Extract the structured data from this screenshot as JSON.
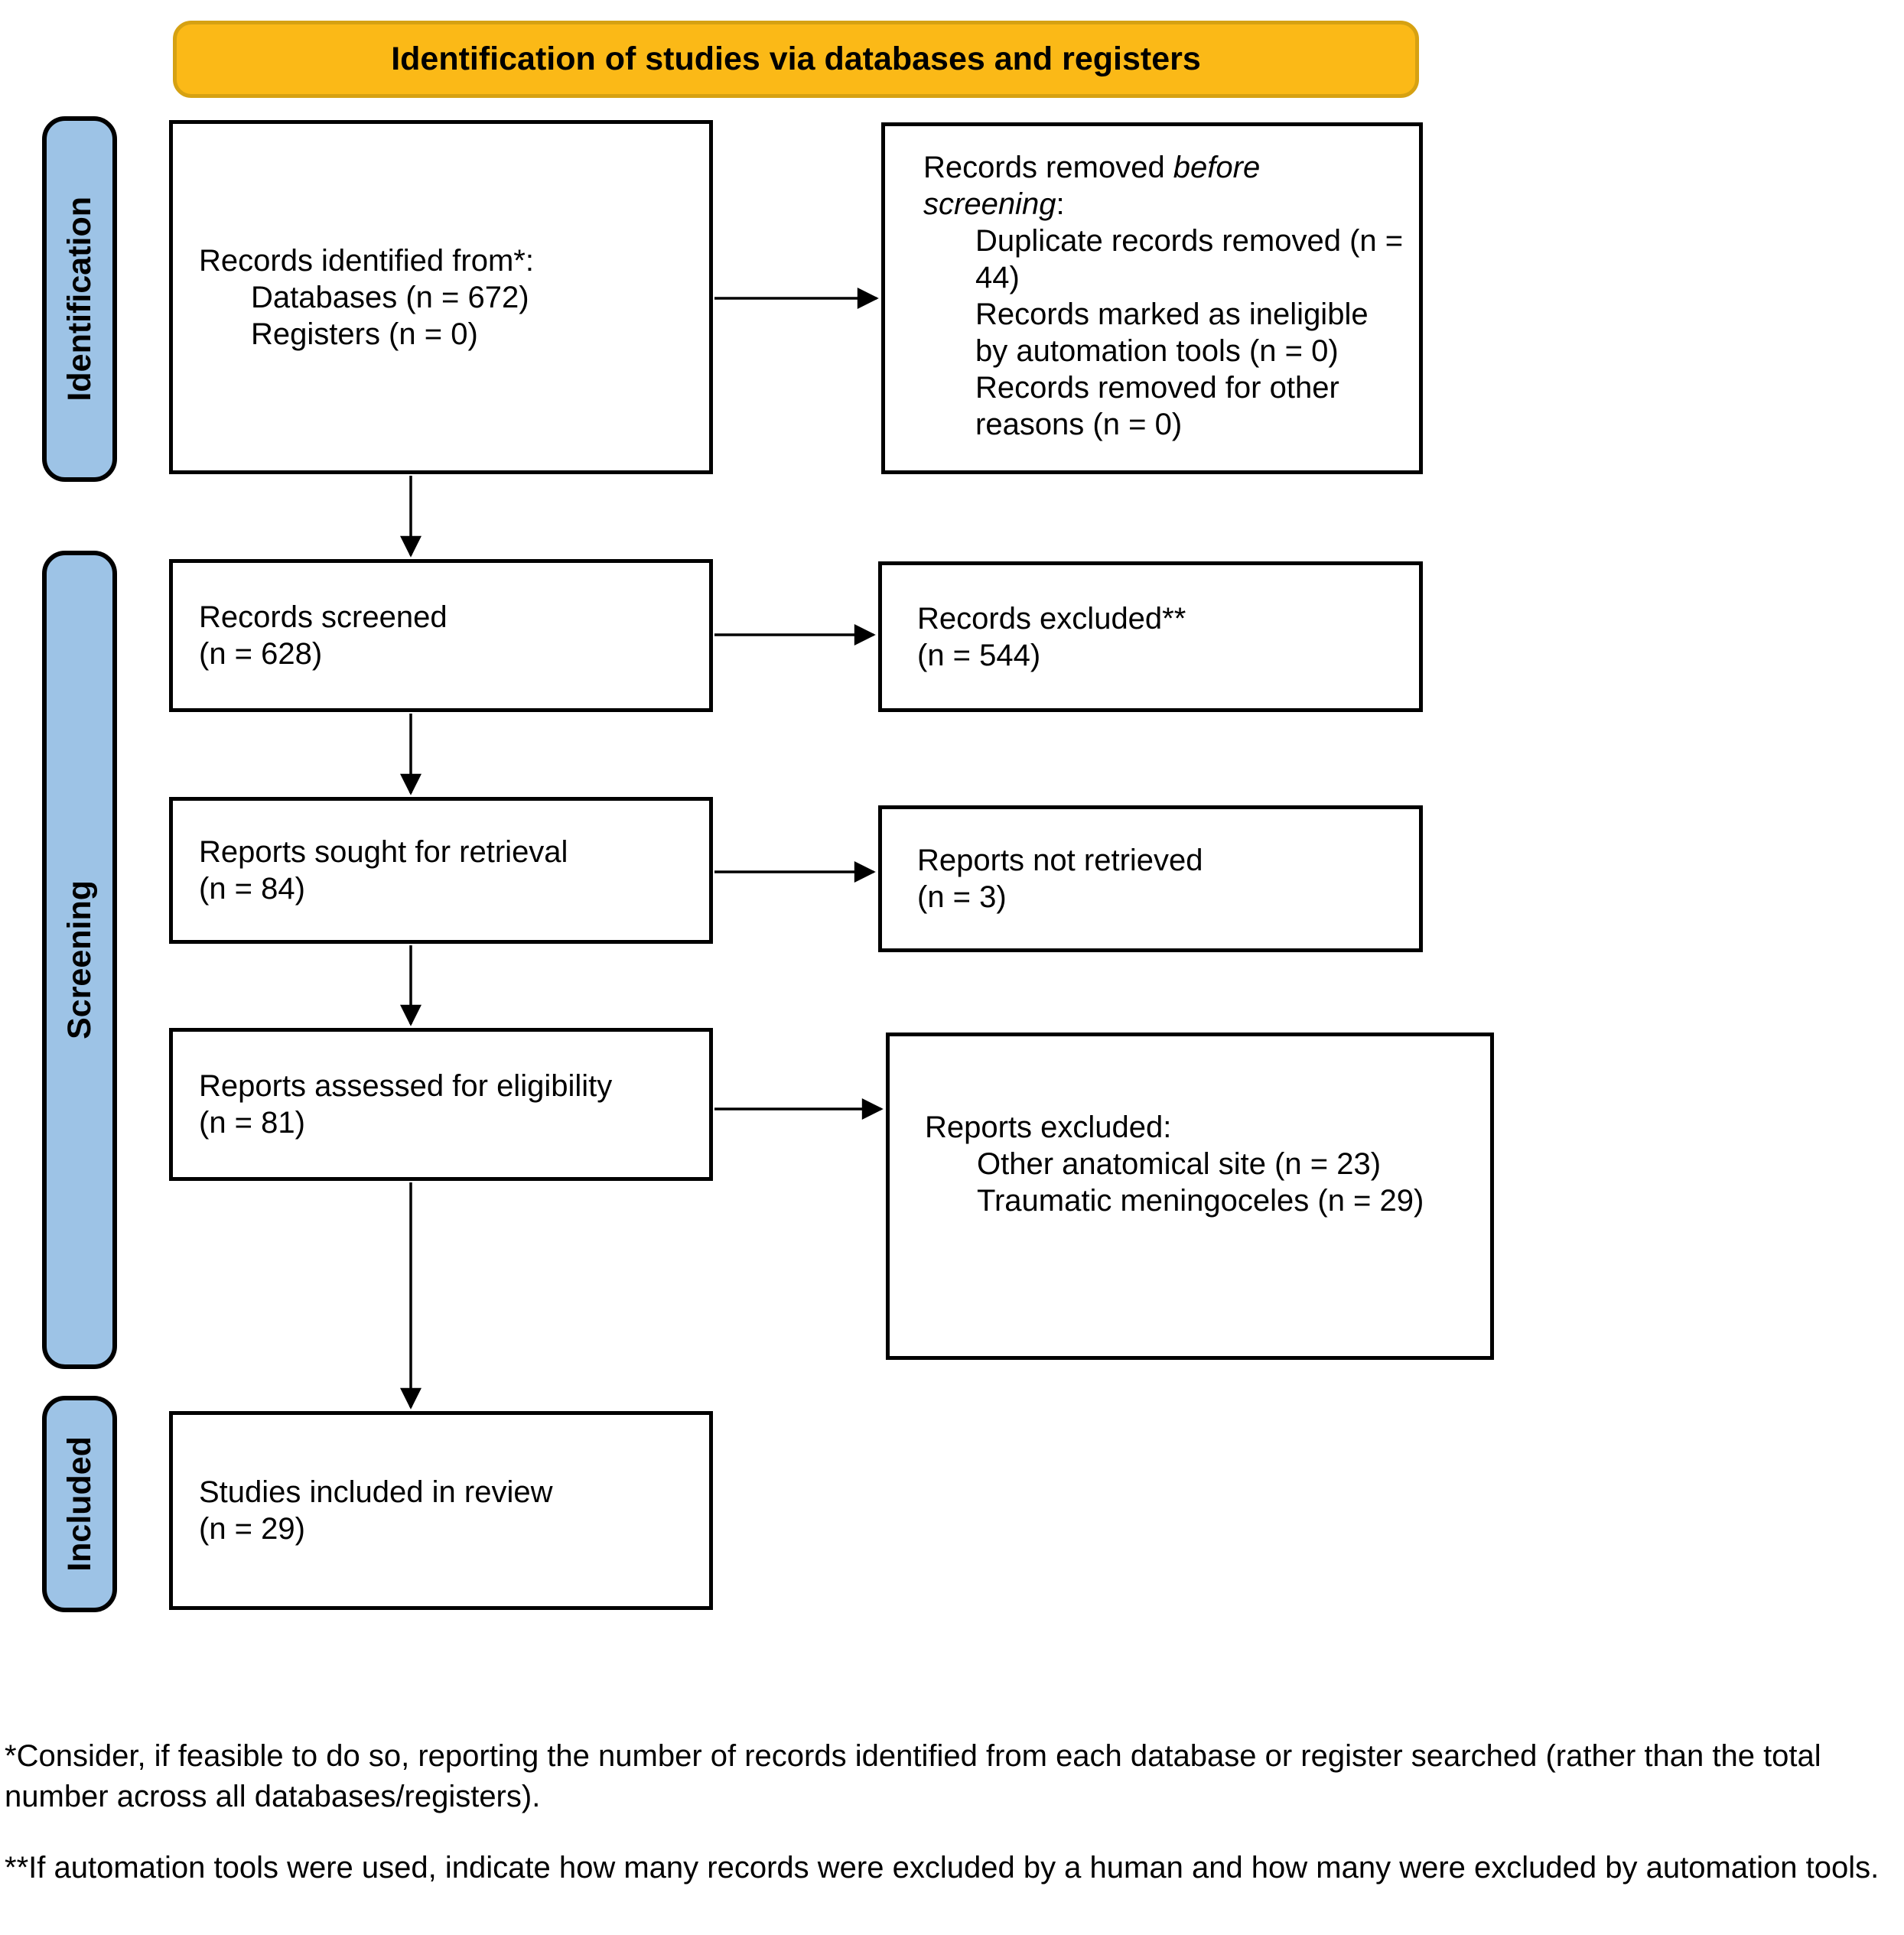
{
  "banner": {
    "title": "Identification of studies via databases and registers"
  },
  "sidebar": {
    "identification": "Identification",
    "screening": "Screening",
    "included": "Included"
  },
  "boxes": {
    "records_identified": {
      "title": "Records identified from*:",
      "items": [
        "Databases (n = 672)",
        "Registers (n = 0)"
      ]
    },
    "records_removed": {
      "title_prefix": "Records removed ",
      "title_italic": "before screening",
      "title_suffix": ":",
      "items": [
        "Duplicate records removed (n = 44)",
        "Records marked as ineligible by automation tools (n = 0)",
        "Records removed for other reasons (n = 0)"
      ]
    },
    "records_screened": {
      "line1": "Records screened",
      "line2": "(n = 628)"
    },
    "records_excluded": {
      "line1": "Records excluded**",
      "line2": "(n = 544)"
    },
    "reports_sought": {
      "line1": "Reports sought for retrieval",
      "line2": "(n = 84)"
    },
    "reports_not_retrieved": {
      "line1": "Reports not retrieved",
      "line2": "(n = 3)"
    },
    "reports_assessed": {
      "line1": "Reports assessed for eligibility",
      "line2": "(n = 81)"
    },
    "reports_excluded": {
      "title": "Reports excluded:",
      "items": [
        "Other anatomical site (n = 23)",
        "Traumatic meningoceles (n = 29)"
      ]
    },
    "studies_included": {
      "line1": "Studies included in review",
      "line2": "(n = 29)"
    }
  },
  "footnotes": {
    "note1": "*Consider, if feasible to do so, reporting the number of records identified from each database or register searched (rather than the total number across all databases/registers).",
    "note2": "**If automation tools were used, indicate how many records were excluded by a human and how many were excluded by automation tools."
  },
  "colors": {
    "banner_fill": "#FBB917",
    "banner_border": "#D6A112",
    "sidebar_fill": "#9DC3E6",
    "box_border": "#000000",
    "arrow": "#000000"
  }
}
